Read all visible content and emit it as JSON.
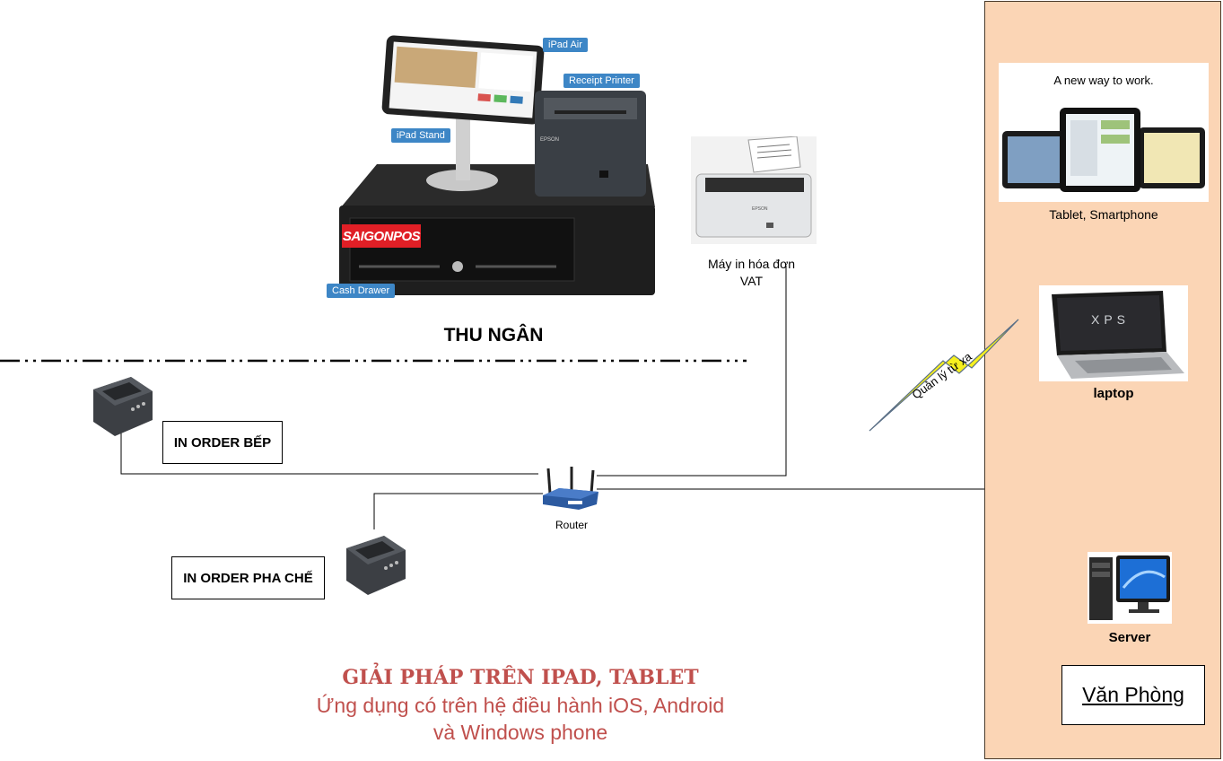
{
  "labels": {
    "ipad_air": "iPad Air",
    "receipt_printer": "Receipt Printer",
    "ipad_stand": "iPad Stand",
    "cash_drawer": "Cash Drawer",
    "brand_logo": "SAIGONPOS",
    "thu_ngan": "THU NGÂN",
    "vat_printer_line1": "Máy in hóa đơn",
    "vat_printer_line2": "VAT",
    "router": "Router",
    "in_order_bep": "IN ORDER BẾP",
    "in_order_pha_che": "IN ORDER PHA CHẾ",
    "tablet_smartphone": "Tablet, Smartphone",
    "ipad_ad_headline": "A new way to work.",
    "laptop": "laptop",
    "laptop_brand": "XPS",
    "quan_ly_tu_xa": "Quản lý từ xa",
    "server": "Server",
    "van_phong": "Văn Phòng"
  },
  "footer": {
    "title": "GIẢI PHÁP TRÊN IPAD, TABLET",
    "subtitle_line1": "Ứng dụng có trên hệ điều hành iOS, Android",
    "subtitle_line2": "và Windows phone"
  },
  "colors": {
    "accent_red": "#c0504d",
    "label_blue": "#3d86c6",
    "office_bg": "#fbd5b5",
    "lightning": "#f6f01e",
    "brand_red": "#e01f26"
  }
}
